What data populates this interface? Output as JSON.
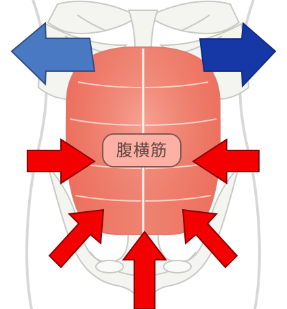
{
  "illustration": {
    "muscle_label": "腹横筋",
    "arrows": [
      {
        "name": "top-left-arrow",
        "color": "#4a79c4"
      },
      {
        "name": "top-right-arrow",
        "color": "#1637a6"
      },
      {
        "name": "middle-left-arrow",
        "color": "#f30000"
      },
      {
        "name": "middle-right-arrow",
        "color": "#f30000"
      },
      {
        "name": "lower-left-arrow",
        "color": "#f30000"
      },
      {
        "name": "lower-right-arrow",
        "color": "#f30000"
      },
      {
        "name": "bottom-center-arrow",
        "color": "#f30000"
      }
    ],
    "colors": {
      "muscle": "#f07a68",
      "muscle_light": "#f8b7ae",
      "skeleton_fill": "#f4f4f1",
      "skeleton_stroke": "#c7c9c3",
      "body_outline": "#d8d8d8",
      "label_bg": "#ffb0a5",
      "label_border": "#7f5751"
    }
  }
}
